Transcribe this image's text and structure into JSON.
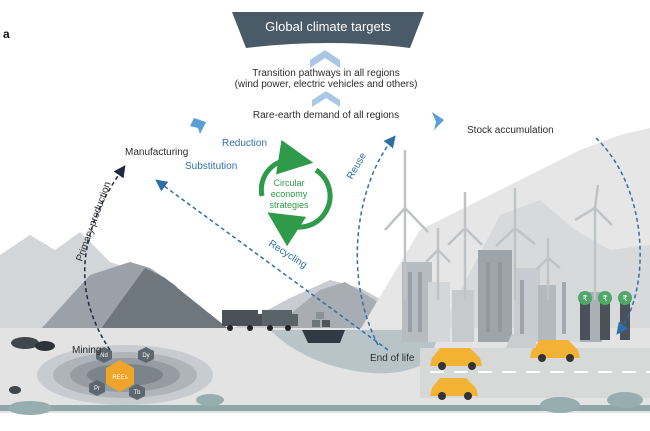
{
  "panel_label": "a",
  "banner": {
    "title": "Global climate targets"
  },
  "pathways": {
    "line1": "Transition pathways in all regions",
    "line2": "(wind power, electric vehicles and others)"
  },
  "demand": "Rare-earth demand of all regions",
  "stages": {
    "manufacturing": "Manufacturing",
    "stock": "Stock accumulation",
    "mining": "Mining",
    "end_of_life": "End of life",
    "primary_production": "Primary production"
  },
  "flows": {
    "reduction": "Reduction",
    "substitution": "Substitution",
    "reuse": "Reuse",
    "recycling": "Recycling"
  },
  "circular": {
    "line1": "Circular",
    "line2": "economy",
    "line3": "strategies"
  },
  "ree": {
    "center": "REEs",
    "nd": "Nd",
    "dy": "Dy",
    "pr": "Pr",
    "tb": "Tb"
  },
  "charger_symbol": "₹",
  "colors": {
    "banner": "#4a5a66",
    "accent_blue": "#5aa0d6",
    "flow_blue": "#2f6fa8",
    "circular_green": "#2e9a4a",
    "hex_orange": "#f0a428",
    "car_yellow": "#f2b233",
    "charger_green": "#4fa86a"
  }
}
